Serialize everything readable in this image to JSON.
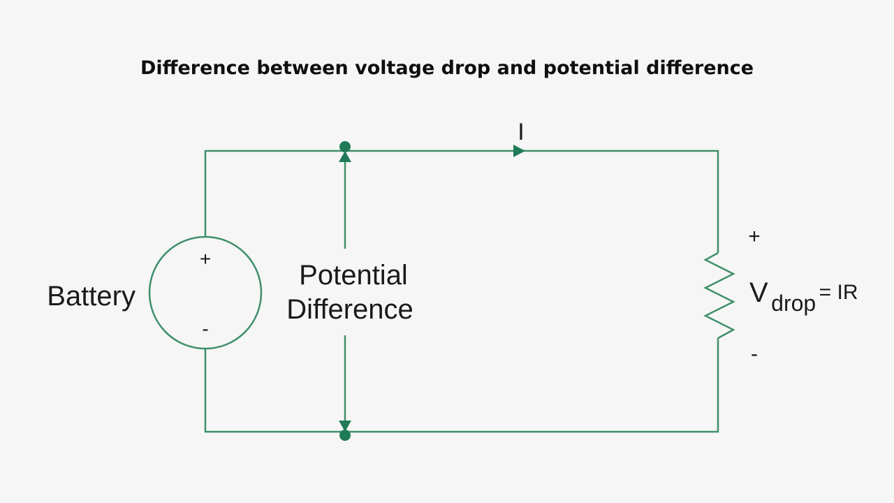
{
  "title": "Difference between voltage drop and potential difference",
  "colors": {
    "wire": "#3f8f6a",
    "node": "#1f7a58",
    "text": "#1a1a1a",
    "background": "#f6f6f6"
  },
  "battery": {
    "label": "Battery",
    "plus": "+",
    "minus": "-"
  },
  "potential_difference": {
    "line1": "Potential",
    "line2": "Difference"
  },
  "current": {
    "label": "I"
  },
  "resistor": {
    "plus": "+",
    "minus": "-",
    "voltage_symbol": "V",
    "voltage_subscript": "drop",
    "voltage_equation": " = IR"
  }
}
